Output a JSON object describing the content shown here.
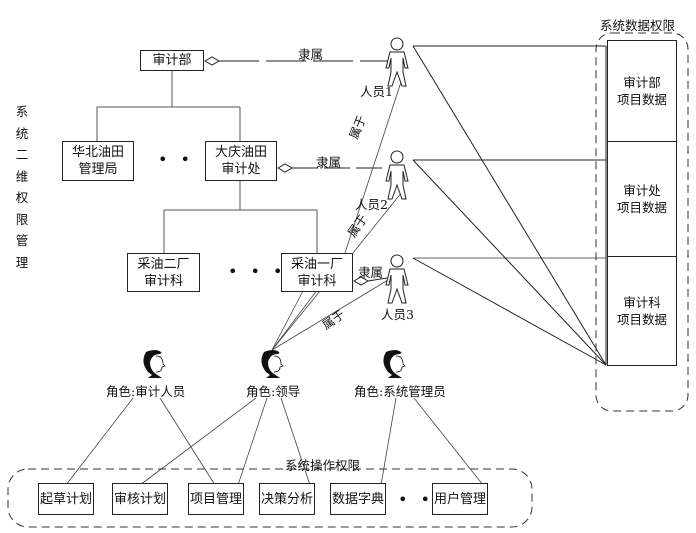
{
  "left_title": "系统二维权限管理",
  "org_units": {
    "audit_dept": "审计部",
    "huabei": "华北油田\n管理局",
    "daqing": "大庆油田\n审计处",
    "plant2": "采油二厂\n审计科",
    "plant1": "采油一厂\n审计科"
  },
  "ellipsis": "• • •",
  "relations": {
    "subordinate": "隶属",
    "belongs_to": "属于"
  },
  "persons": [
    "人员1",
    "人员2",
    "人员3"
  ],
  "roles": [
    "角色:审计人员",
    "角色:领导",
    "角色:系统管理员"
  ],
  "data_permissions": {
    "title": "系统数据权限",
    "items": [
      "审计部\n项目数据",
      "审计处\n项目数据",
      "审计科\n项目数据"
    ]
  },
  "operation_permissions": {
    "title": "系统操作权限",
    "items": [
      "起草计划",
      "审核计划",
      "项目管理",
      "决策分析",
      "数据字典",
      "用户管理"
    ]
  }
}
